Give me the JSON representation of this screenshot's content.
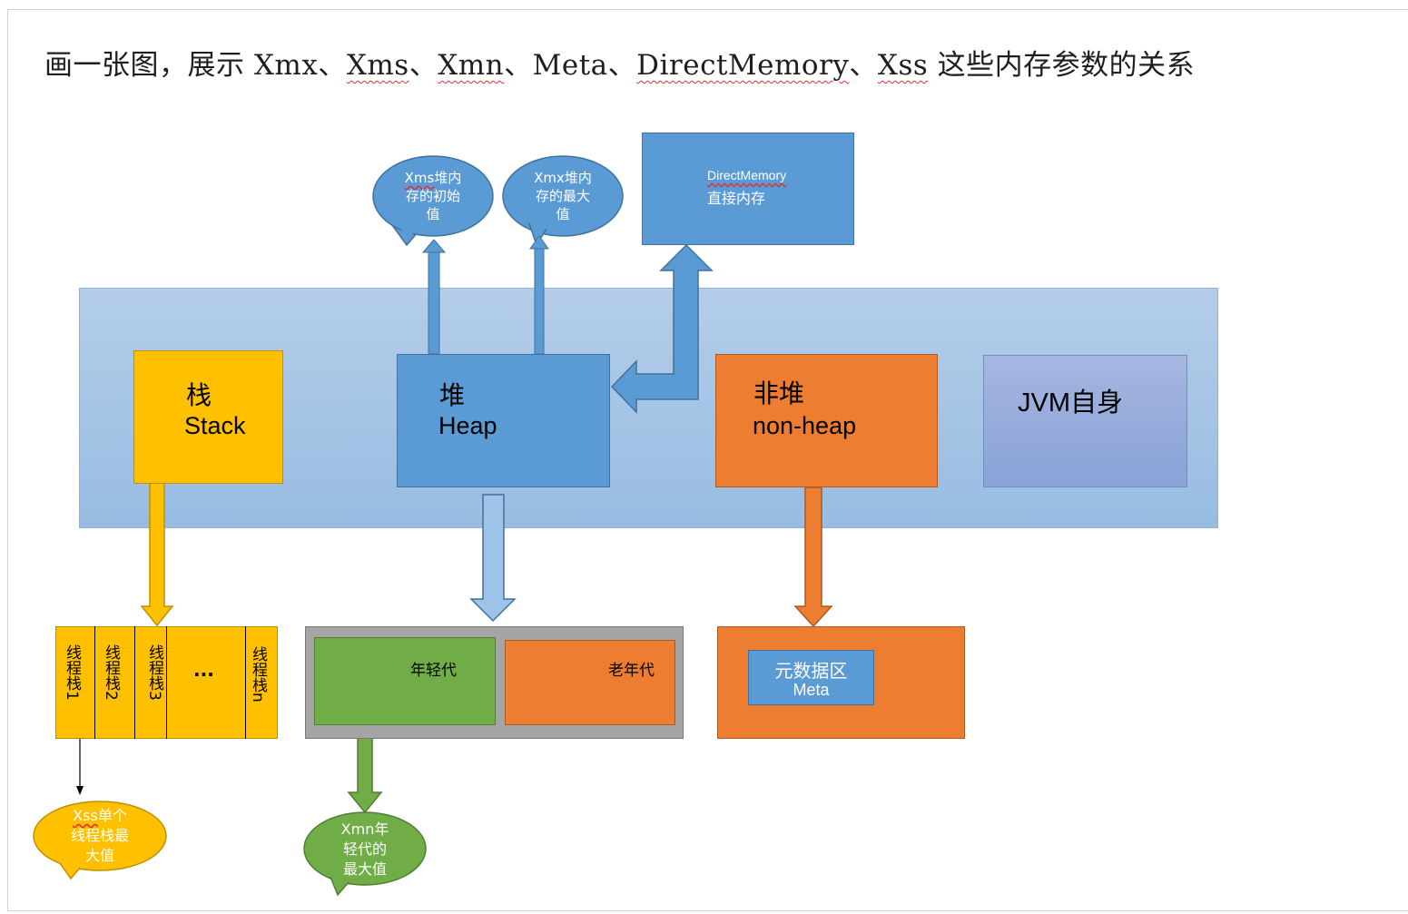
{
  "title": {
    "prefix": "画一张图，展示 Xmx、",
    "xms": "Xms",
    "sep1": "、",
    "xmn": "Xmn",
    "sep2": "、Meta、",
    "directmemory": "DirectMemory",
    "sep3": "、",
    "xss": "Xss",
    "suffix": " 这些内存参数的关系"
  },
  "nodes": {
    "stack": {
      "line1": "栈",
      "line2": "Stack"
    },
    "heap": {
      "line1": "堆",
      "line2": "Heap"
    },
    "nonheap": {
      "line1": "非堆",
      "line2": "non-heap"
    },
    "jvm": {
      "label": "JVM自身"
    },
    "direct": {
      "line1": "DirectMemory",
      "line2": "直接内存"
    },
    "young": {
      "label": "年轻代"
    },
    "old": {
      "label": "老年代"
    },
    "meta": {
      "line1": "元数据区",
      "line2": "Meta"
    }
  },
  "callouts": {
    "xms": {
      "line1_key": "Xms",
      "line1_rest": "堆内",
      "line2": "存的初始",
      "line3": "值"
    },
    "xmx": {
      "line1": "Xmx堆内",
      "line2": "存的最大",
      "line3": "值"
    },
    "xss": {
      "line1_key": "Xss",
      "line1_rest": "单个",
      "line2": "线程栈最",
      "line3": "大值"
    },
    "xmn": {
      "line1": "Xmn年",
      "line2": "轻代的",
      "line3": "最大值"
    }
  },
  "thread_stacks": [
    {
      "label": "线程栈1"
    },
    {
      "label": "线程栈2"
    },
    {
      "label": "线程栈3"
    },
    {
      "label": "..."
    },
    {
      "label": "线程栈n"
    }
  ],
  "colors": {
    "jvm_region": "#9dc3e6",
    "stack": "#ffc000",
    "heap": "#5b9bd5",
    "nonheap": "#ed7d31",
    "jvm_self": "#8faadc",
    "young": "#70ad47",
    "old_gen_frame": "#a5a5a5",
    "arrow_heap_down": "#9dc3e6"
  }
}
